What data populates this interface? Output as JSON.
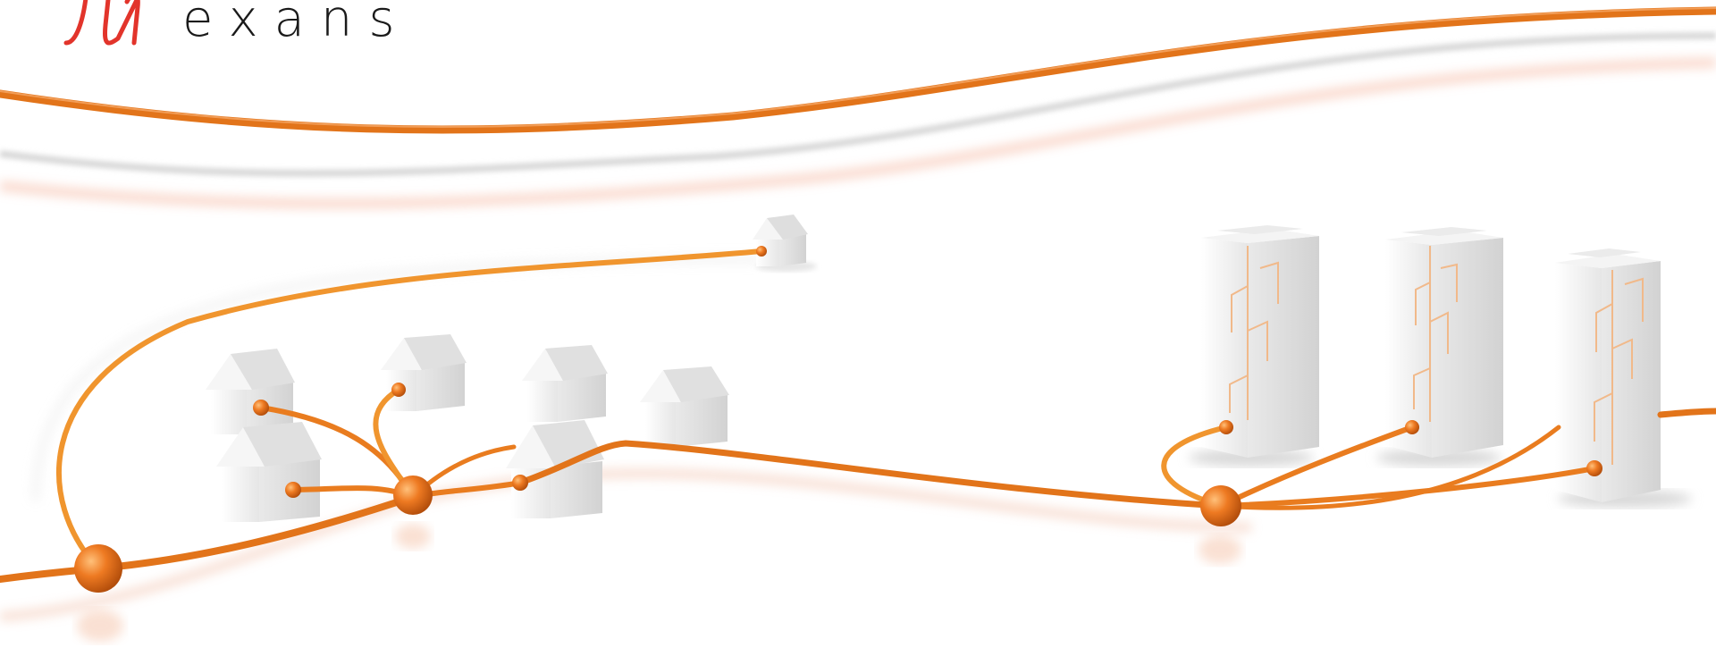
{
  "logo": {
    "brand_text": "exans",
    "brand_name": "Nexans",
    "mark_color": "#e2342b"
  },
  "colors": {
    "cable": "#e2741a",
    "cable_light": "#f19a3a",
    "junction": "#e8731d",
    "building": "#f3f3f3",
    "background": "#ffffff"
  },
  "scene": {
    "houses_count": 7,
    "towers_count": 3,
    "junctions_count": 3
  }
}
